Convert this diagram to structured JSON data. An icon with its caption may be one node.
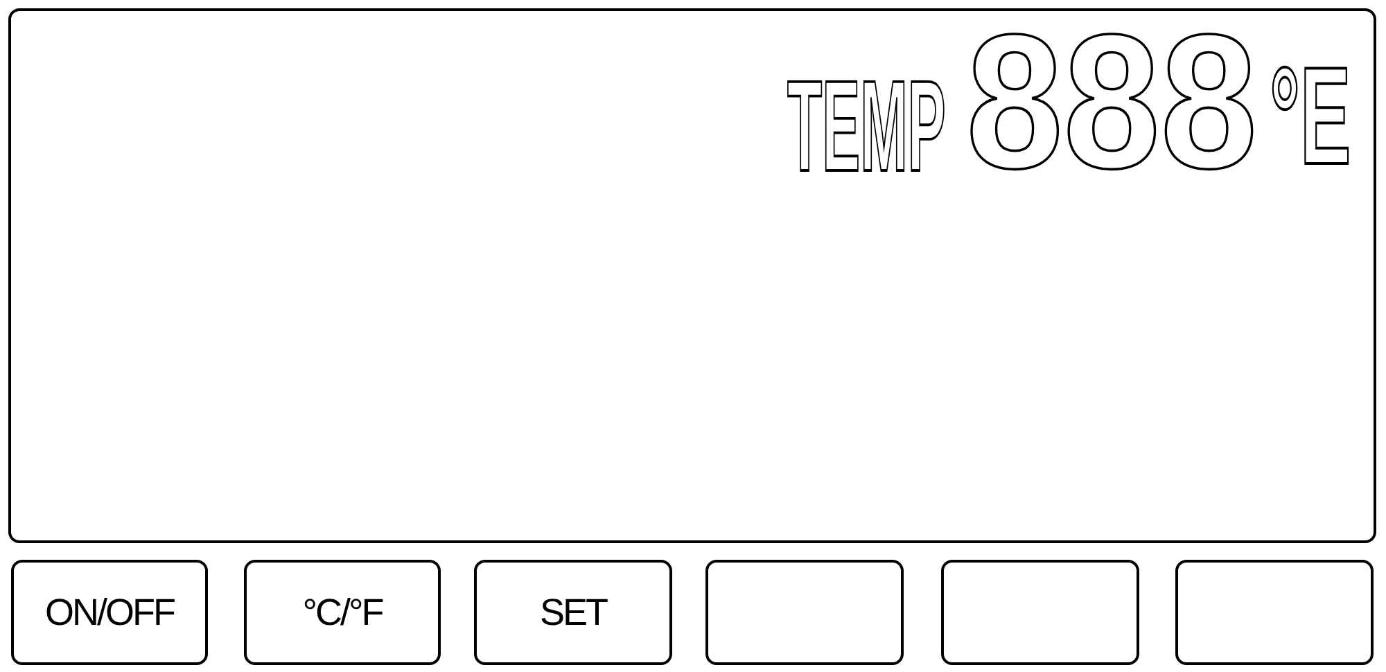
{
  "diagram": {
    "nodes": [
      {
        "text": [
          "TEMP",
          "888",
          "°E"
        ]
      },
      {
        "text": [
          "ON/OFF"
        ]
      },
      {
        "text": [
          "°C/°F"
        ]
      },
      {
        "text": [
          "SET"
        ]
      },
      {
        "text": [],
        "shape": "box"
      },
      {
        "text": [],
        "shape": "box"
      },
      {
        "text": [],
        "shape": "box"
      }
    ],
    "edges": []
  }
}
